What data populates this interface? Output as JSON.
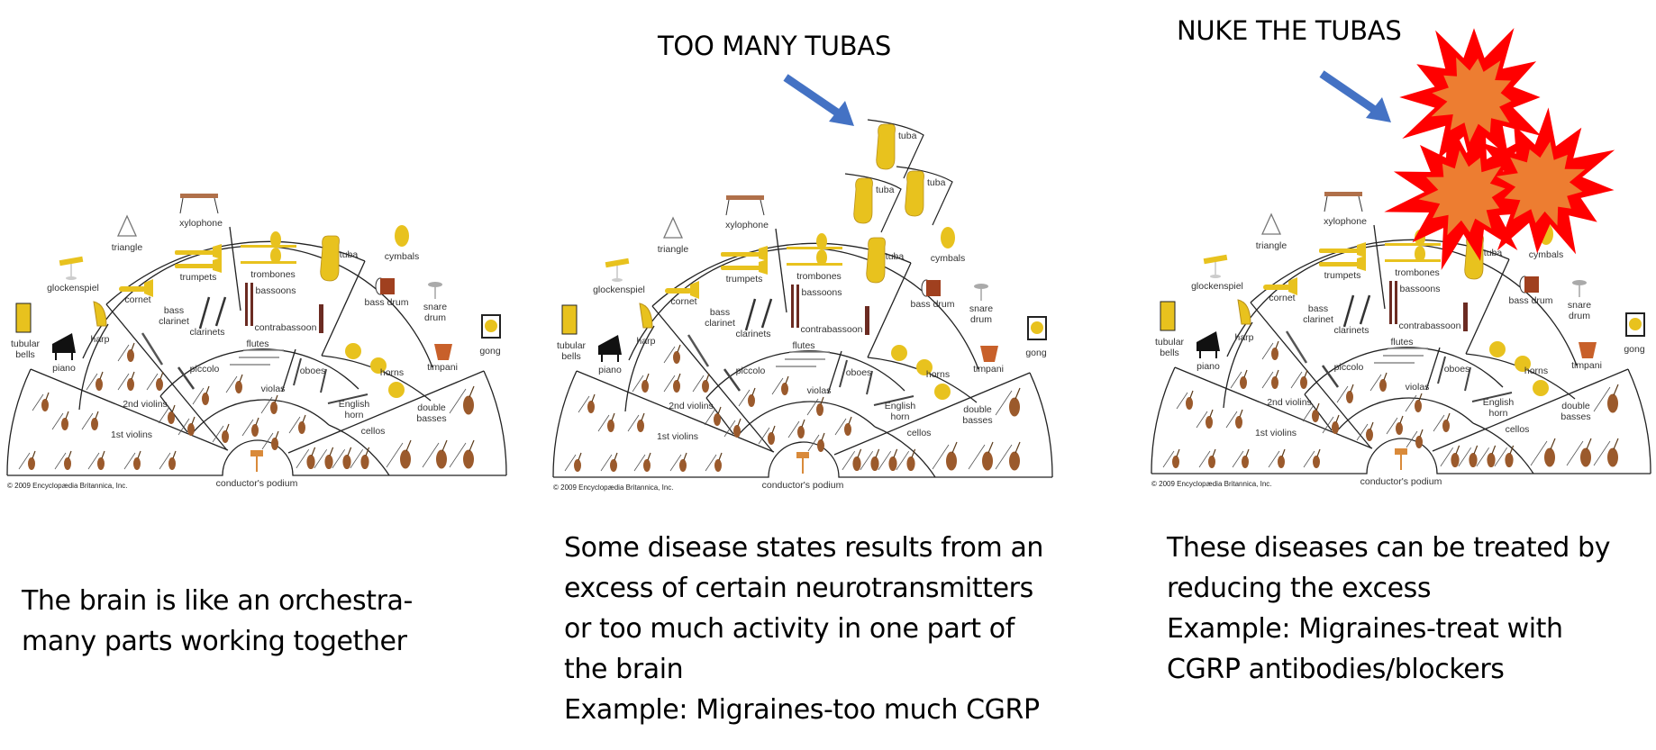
{
  "slide": {
    "panels": [
      {
        "id": "normal",
        "headline": "",
        "caption_lines": [
          "The brain is like an orchestra-",
          "many parts working together"
        ],
        "extra_tubas": 0,
        "explosions": 0
      },
      {
        "id": "excess",
        "headline": "TOO MANY TUBAS",
        "caption_lines": [
          "Some disease states results from an",
          "excess of certain neurotransmitters",
          "or too much activity in one part of",
          "the brain",
          "Example: Migraines-too much CGRP"
        ],
        "extra_tubas": 3,
        "explosions": 0
      },
      {
        "id": "treatment",
        "headline": "NUKE THE TUBAS",
        "caption_lines": [
          "These diseases can be treated by",
          "reducing the excess",
          "Example: Migraines-treat with",
          "CGRP antibodies/blockers"
        ],
        "extra_tubas": 0,
        "explosions": 3
      }
    ]
  },
  "diagram": {
    "labels": {
      "xylophone": "xylophone",
      "triangle": "triangle",
      "glockenspiel": "glockenspiel",
      "cornet": "cornet",
      "trumpets": "trumpets",
      "trombones": "trombones",
      "tuba": "tuba",
      "cymbals": "cymbals",
      "bassoons": "bassoons",
      "bass_clarinet_1": "bass",
      "bass_clarinet_2": "clarinet",
      "clarinets": "clarinets",
      "contrabassoon": "contrabassoon",
      "bass_drum": "bass drum",
      "snare_drum_1": "snare",
      "snare_drum_2": "drum",
      "tubular_bells_1": "tubular",
      "tubular_bells_2": "bells",
      "harp": "harp",
      "piano": "piano",
      "flutes": "flutes",
      "piccolo": "piccolo",
      "oboes": "oboes",
      "horns": "horns",
      "timpani": "timpani",
      "gong": "gong",
      "violas": "violas",
      "second_violins": "2nd violins",
      "english_horn_1": "English",
      "english_horn_2": "horn",
      "double_basses_1": "double",
      "double_basses_2": "basses",
      "first_violins": "1st violins",
      "cellos": "cellos",
      "podium": "conductor's podium",
      "copyright": "© 2009 Encyclopædia Britannica, Inc."
    },
    "colors": {
      "brass": "#E8C21E",
      "string_wood": "#9B5A2C",
      "arrow": "#4472C4",
      "explosion_outer": "#FF0000",
      "explosion_inner": "#ED7D31"
    }
  }
}
